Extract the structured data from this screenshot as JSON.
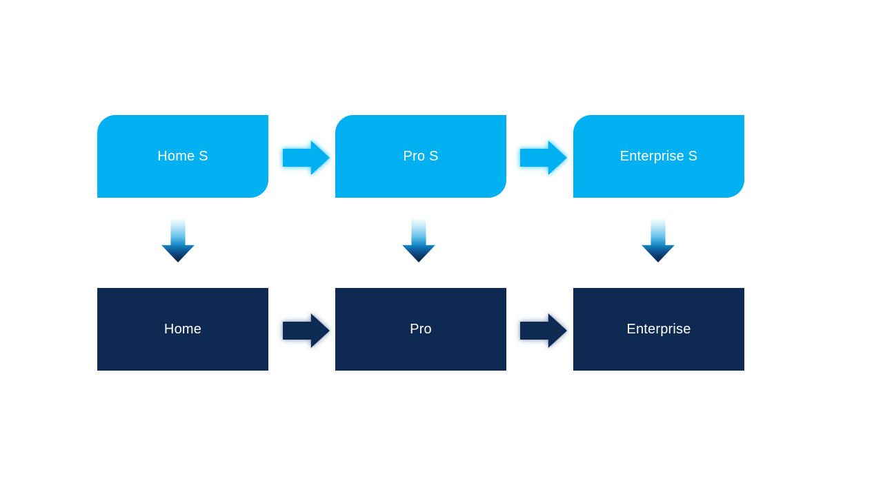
{
  "diagram": {
    "type": "flow",
    "columns": [
      {
        "top_label": "Home S",
        "bottom_label": "Home"
      },
      {
        "top_label": "Pro S",
        "bottom_label": "Pro"
      },
      {
        "top_label": "Enterprise S",
        "bottom_label": "Enterprise"
      }
    ],
    "connectors": {
      "top_row_arrows": "right-arrow",
      "bottom_row_arrows": "right-arrow",
      "column_arrows": "down-arrow"
    },
    "colors": {
      "top_box": "#00b0f0",
      "bottom_box": "#0e2a52",
      "label_text": "#ffffff",
      "background": "#ffffff",
      "down_arrow_gradient_top": "#f2fbfe",
      "down_arrow_gradient_bottom": "#0c2142"
    }
  }
}
